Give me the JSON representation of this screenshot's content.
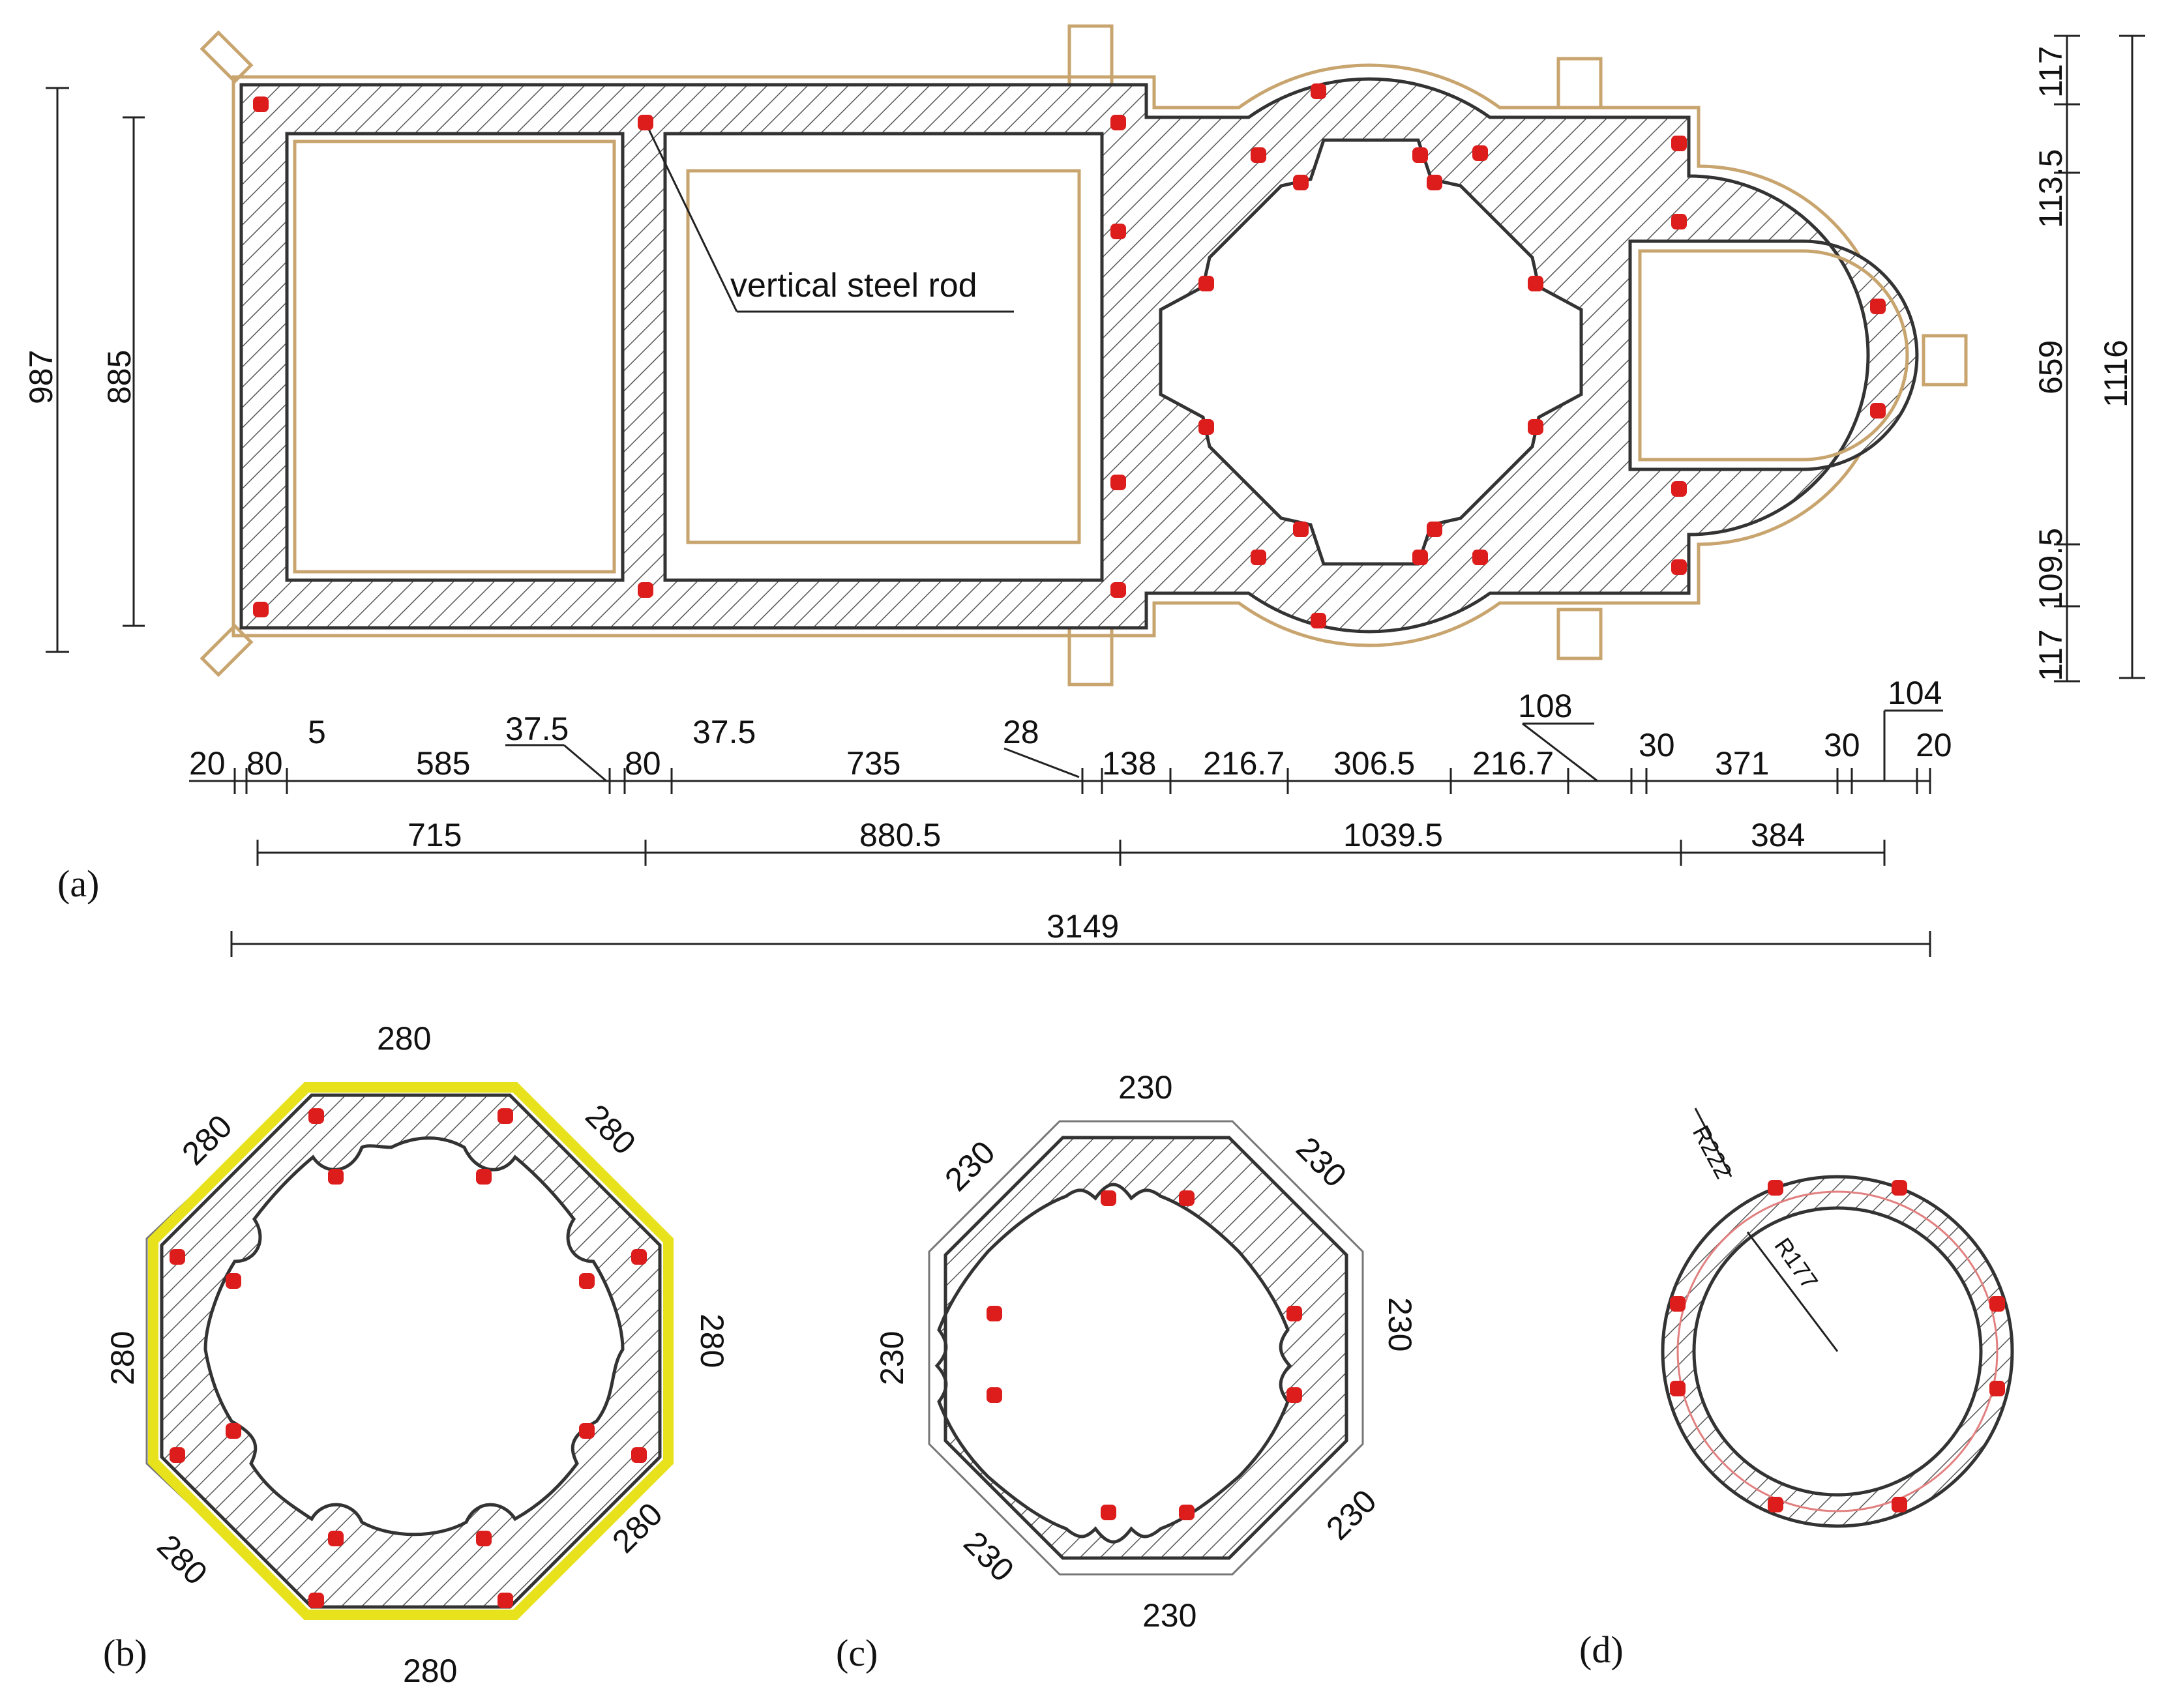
{
  "colors": {
    "rod": "#dd1c1c",
    "outline": "#c8a46e",
    "highlight": "#e8e21c",
    "line": "#222222"
  },
  "panel_a": {
    "caption": "(a)",
    "rod_label": "vertical steel rod",
    "top_row": [
      "20",
      "80",
      "5",
      "585",
      "37.5",
      "80",
      "37.5",
      "735",
      "28",
      "138",
      "216.7",
      "306.5",
      "216.7",
      "108",
      "30",
      "371",
      "30",
      "104",
      "20"
    ],
    "mid_row": [
      "715",
      "880.5",
      "1039.5",
      "384"
    ],
    "total": "3149",
    "left_dims": [
      "987",
      "885"
    ],
    "right_dims": [
      "117",
      "113.5",
      "659",
      "109.5",
      "117"
    ],
    "right_total": "1116"
  },
  "panel_b": {
    "caption": "(b)",
    "sides": [
      "280",
      "280",
      "280",
      "280",
      "280",
      "280",
      "280",
      "280"
    ]
  },
  "panel_c": {
    "caption": "(c)",
    "sides": [
      "230",
      "230",
      "230",
      "230",
      "230",
      "230",
      "230",
      "230"
    ]
  },
  "panel_d": {
    "caption": "(d)",
    "outer_radius": "R222",
    "inner_radius": "R177"
  }
}
